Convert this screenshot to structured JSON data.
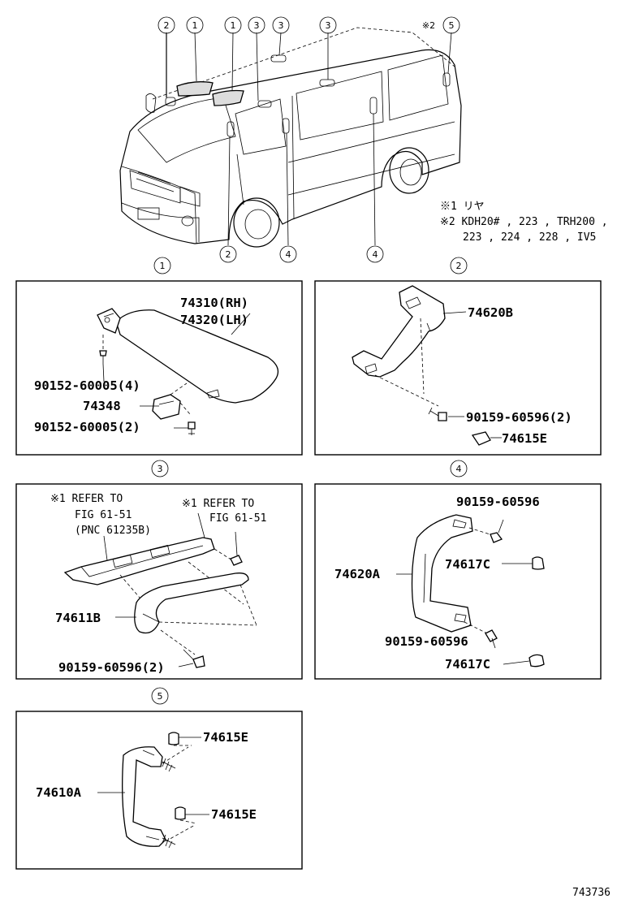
{
  "overview": {
    "callouts_top": [
      "2",
      "1",
      "1",
      "3",
      "3",
      "3",
      "5"
    ],
    "note_mark_top": "※2",
    "callouts_bottom": [
      "2",
      "4",
      "4"
    ],
    "notes": [
      "※1  リヤ",
      "※2  KDH20# , 223 , TRH200 ,",
      "223 , 224 , 228 , IV5"
    ]
  },
  "panels": {
    "p1": {
      "callout": "1",
      "labels": {
        "visor_rh": "74310(RH)",
        "visor_lh": "74320(LH)",
        "screw_a": "90152-60005(4)",
        "holder": "74348",
        "screw_b": "90152-60005(2)"
      }
    },
    "p2": {
      "callout": "2",
      "labels": {
        "grip": "74620B",
        "screw": "90159-60596(2)",
        "cap": "74615E"
      }
    },
    "p3": {
      "callout": "3",
      "labels": {
        "refer1_l1": "※1 REFER TO",
        "refer1_l2": "FIG 61-51",
        "refer1_l3": "(PNC 61235B)",
        "refer2_l1": "※1 REFER TO",
        "refer2_l2": "FIG 61-51",
        "grip": "74611B",
        "screw": "90159-60596(2)"
      }
    },
    "p4": {
      "callout": "4",
      "labels": {
        "screw_top": "90159-60596",
        "cap_top": "74617C",
        "grip": "74620A",
        "screw_bot": "90159-60596",
        "cap_bot": "74617C"
      }
    },
    "p5": {
      "callout": "5",
      "labels": {
        "cap_top": "74615E",
        "grip": "74610A",
        "cap_bot": "74615E"
      }
    }
  },
  "figure_number": "743736"
}
